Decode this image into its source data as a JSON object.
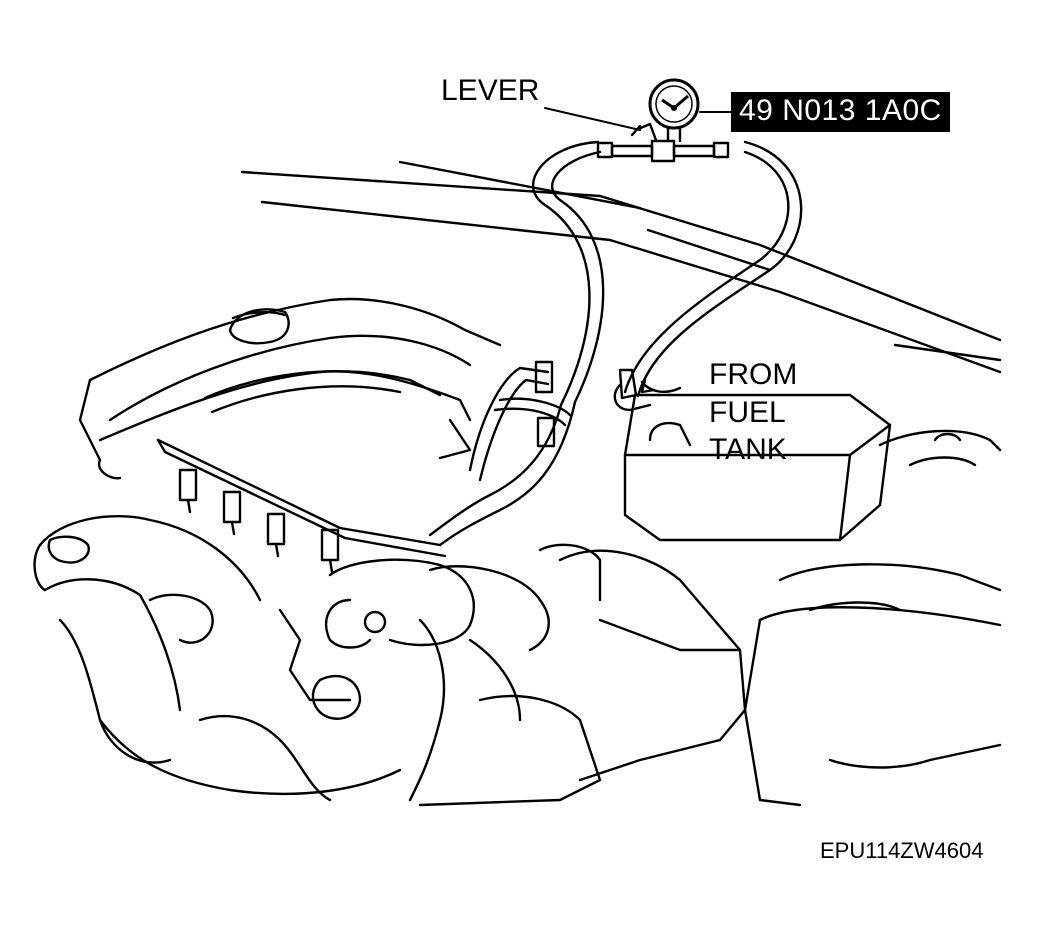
{
  "labels": {
    "lever": "LEVER",
    "tool_number": "49 N013 1A0C",
    "from_fuel_tank": [
      "FROM",
      "FUEL",
      "TANK"
    ],
    "figure_code": "EPU114ZW4604"
  },
  "colors": {
    "line": "#000000",
    "background": "#ffffff",
    "tool_box": "#000000",
    "tool_text": "#ffffff"
  },
  "icons": {
    "gauge": "pressure-gauge-icon",
    "arrow": "curved-arrow-icon"
  }
}
